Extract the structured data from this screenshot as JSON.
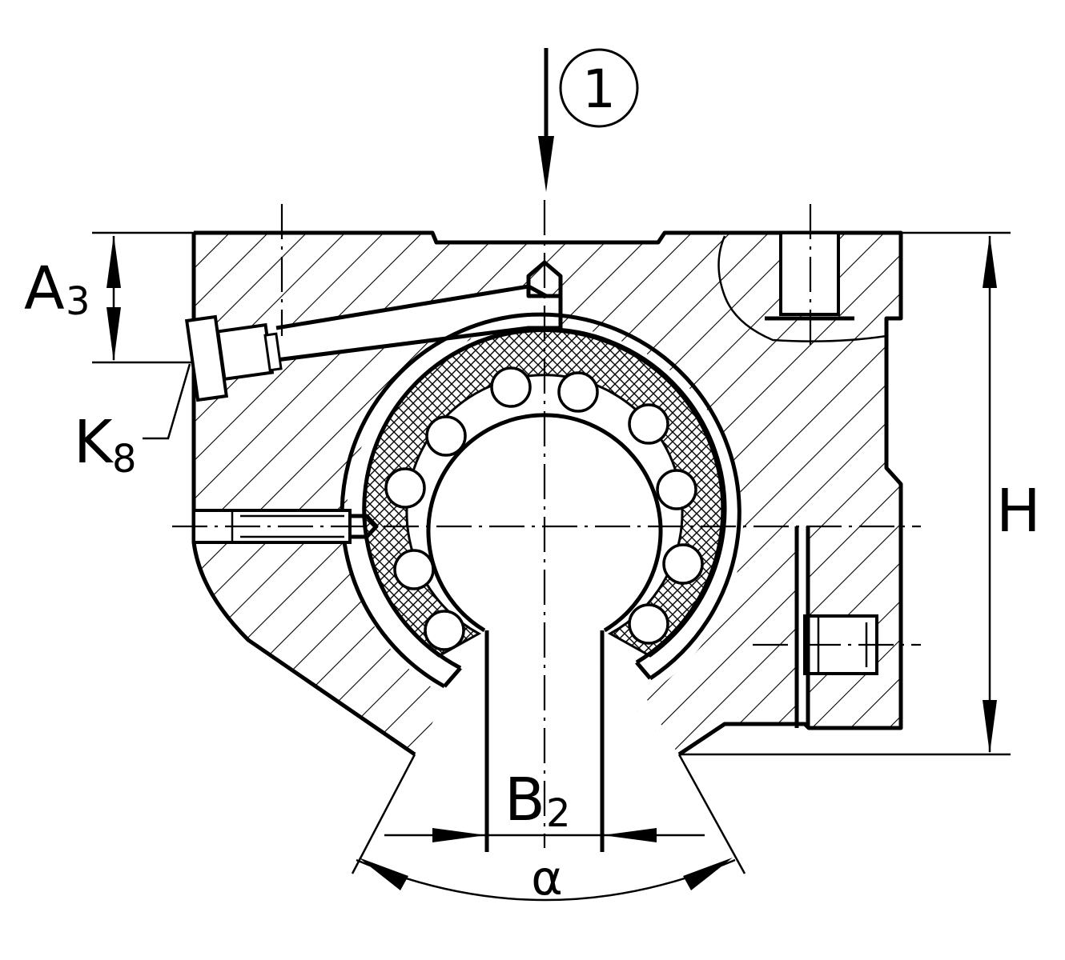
{
  "labels": {
    "callout": "1",
    "a3_main": "A",
    "a3_sub": "3",
    "k8_main": "K",
    "k8_sub": "8",
    "h": "H",
    "b2_main": "B",
    "b2_sub": "2",
    "alpha": "α"
  },
  "colors": {
    "line": "#000000",
    "background": "#ffffff"
  }
}
